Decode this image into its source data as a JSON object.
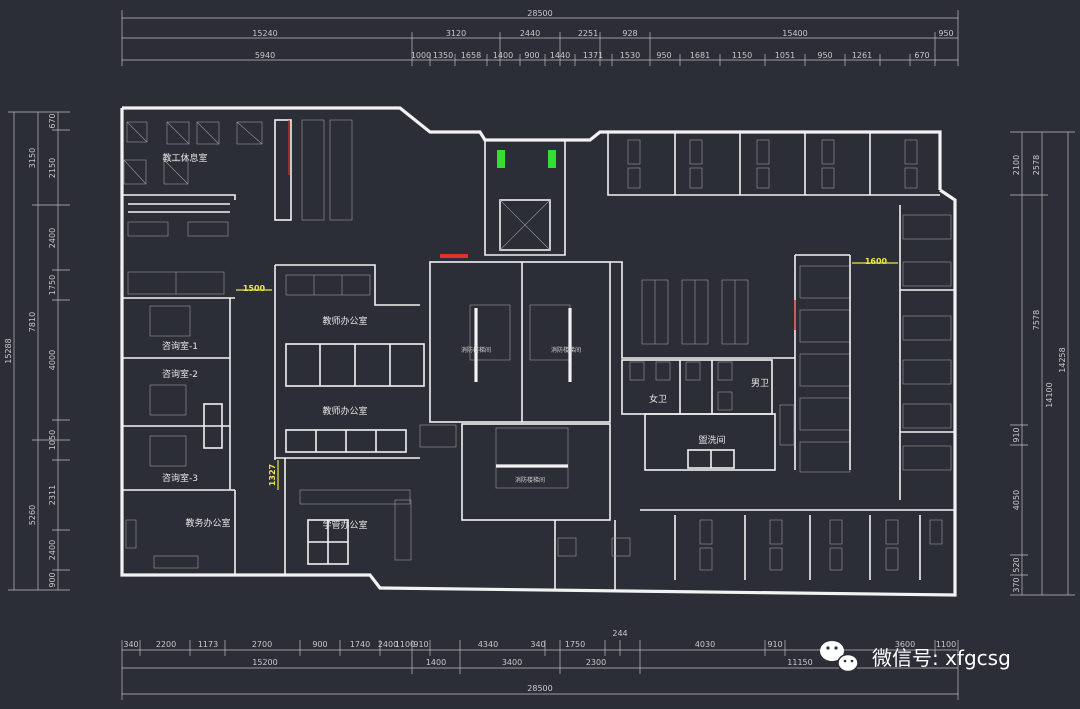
{
  "drawing": {
    "colors": {
      "background": "#2b2e36",
      "wall": "#f2f2f2",
      "dimension": "#c9c9c9",
      "highlight_yellow": "#f0e34a",
      "highlight_green": "#33dd33",
      "highlight_red": "#e23030"
    },
    "top_dimensions": {
      "overall": "28500",
      "row1": [
        "15240",
        "3120",
        "2440",
        "2251",
        "928",
        "15400",
        "950"
      ],
      "row2": [
        "5940",
        "1000",
        "1350",
        "1658",
        "1400",
        "900",
        "1440",
        "1371",
        "1530",
        "950",
        "1681",
        "1150",
        "1051",
        "950",
        "1261",
        "670"
      ]
    },
    "bottom_dimensions": {
      "overall": "28500",
      "row1": [
        "340",
        "2200",
        "1173",
        "2700",
        "900",
        "1740",
        "2400",
        "1100",
        "910",
        "4340",
        "340",
        "1750",
        "244",
        "4030",
        "910",
        "3600",
        "1100"
      ],
      "row2": [
        "15200",
        "1400",
        "3400",
        "2300",
        "11150"
      ]
    },
    "left_dimensions": {
      "overall": "15288",
      "row1": [
        "3150",
        "7810",
        "5260"
      ],
      "row2": [
        "670",
        "2150",
        "2400",
        "1750",
        "4000",
        "1050",
        "2311",
        "2400",
        "900"
      ]
    },
    "right_dimensions": {
      "overall": "14258",
      "row1": [
        "2578",
        "7578",
        "14100"
      ],
      "row2": [
        "2100",
        "910",
        "4050",
        "520",
        "370"
      ]
    },
    "room_labels": {
      "tea_room": "教工休息室",
      "teacher_office_1": "教师办公室",
      "teacher_office_2": "教师办公室",
      "consult_1": "咨询室-1",
      "consult_2": "咨询室-2",
      "consult_3": "咨询室-3",
      "admin_office": "教务办公室",
      "student_office": "学管办公室",
      "stair_1": "消防楼梯间",
      "stair_2": "消防楼梯间",
      "stair_3": "消防楼梯间",
      "womens_wc": "女卫",
      "mens_wc": "男卫",
      "washroom": "盥洗间"
    },
    "door_widths": {
      "left_corridor": "1500",
      "right_corridor": "1600",
      "lower_left": "1327"
    },
    "watermark": {
      "icon": "wechat-icon",
      "text": "微信号: xfgcsg"
    }
  }
}
